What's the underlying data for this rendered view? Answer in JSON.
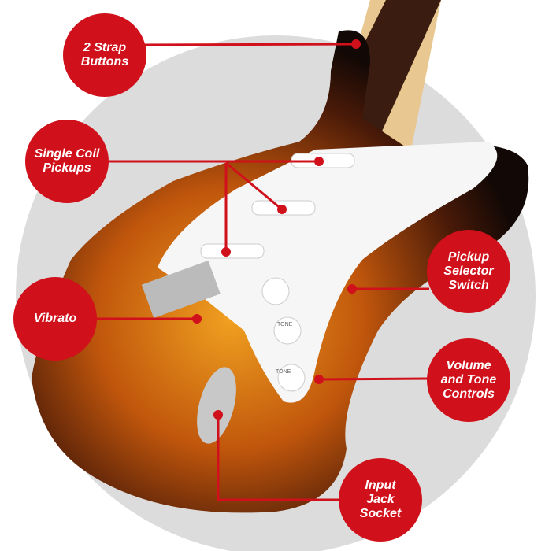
{
  "accent_color": "#d0101a",
  "callouts": [
    {
      "id": "strap",
      "text": "2 Strap\nButtons"
    },
    {
      "id": "pickups",
      "text": "Single Coil\nPickups"
    },
    {
      "id": "vibrato",
      "text": "Vibrato"
    },
    {
      "id": "selector",
      "text": "Pickup\nSelector\nSwitch"
    },
    {
      "id": "controls",
      "text": "Volume\nand Tone\nControls"
    },
    {
      "id": "jack",
      "text": "Input\nJack\nSocket"
    }
  ],
  "knob_labels": [
    "TONE",
    "TONE"
  ]
}
